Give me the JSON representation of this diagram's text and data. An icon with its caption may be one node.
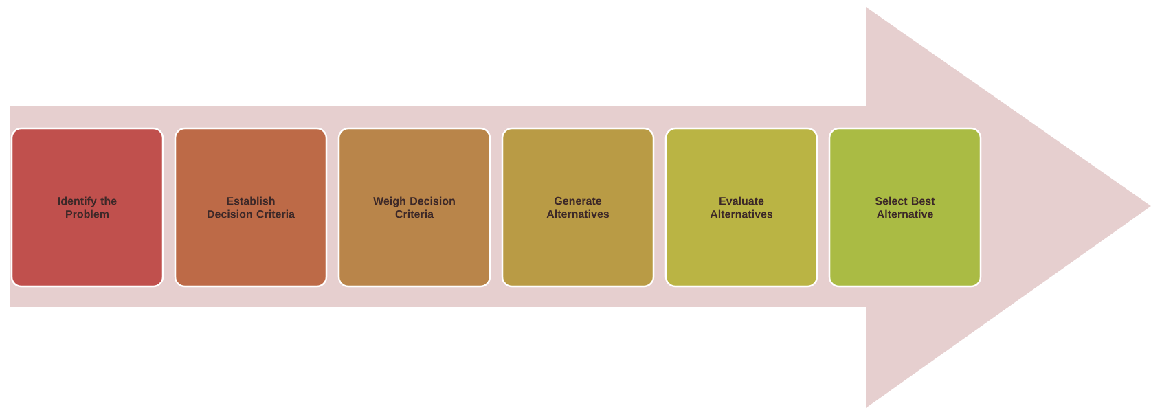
{
  "diagram": {
    "nodes": [
      {
        "text": [
          "Identify the Problem"
        ]
      },
      {
        "text": [
          "Establish Decision Criteria"
        ]
      },
      {
        "text": [
          "Weigh Decision Criteria"
        ]
      },
      {
        "text": [
          "Generate Alternatives"
        ]
      },
      {
        "text": [
          "Evaluate Alternatives"
        ]
      },
      {
        "text": [
          "Select Best Alternative"
        ]
      }
    ]
  }
}
